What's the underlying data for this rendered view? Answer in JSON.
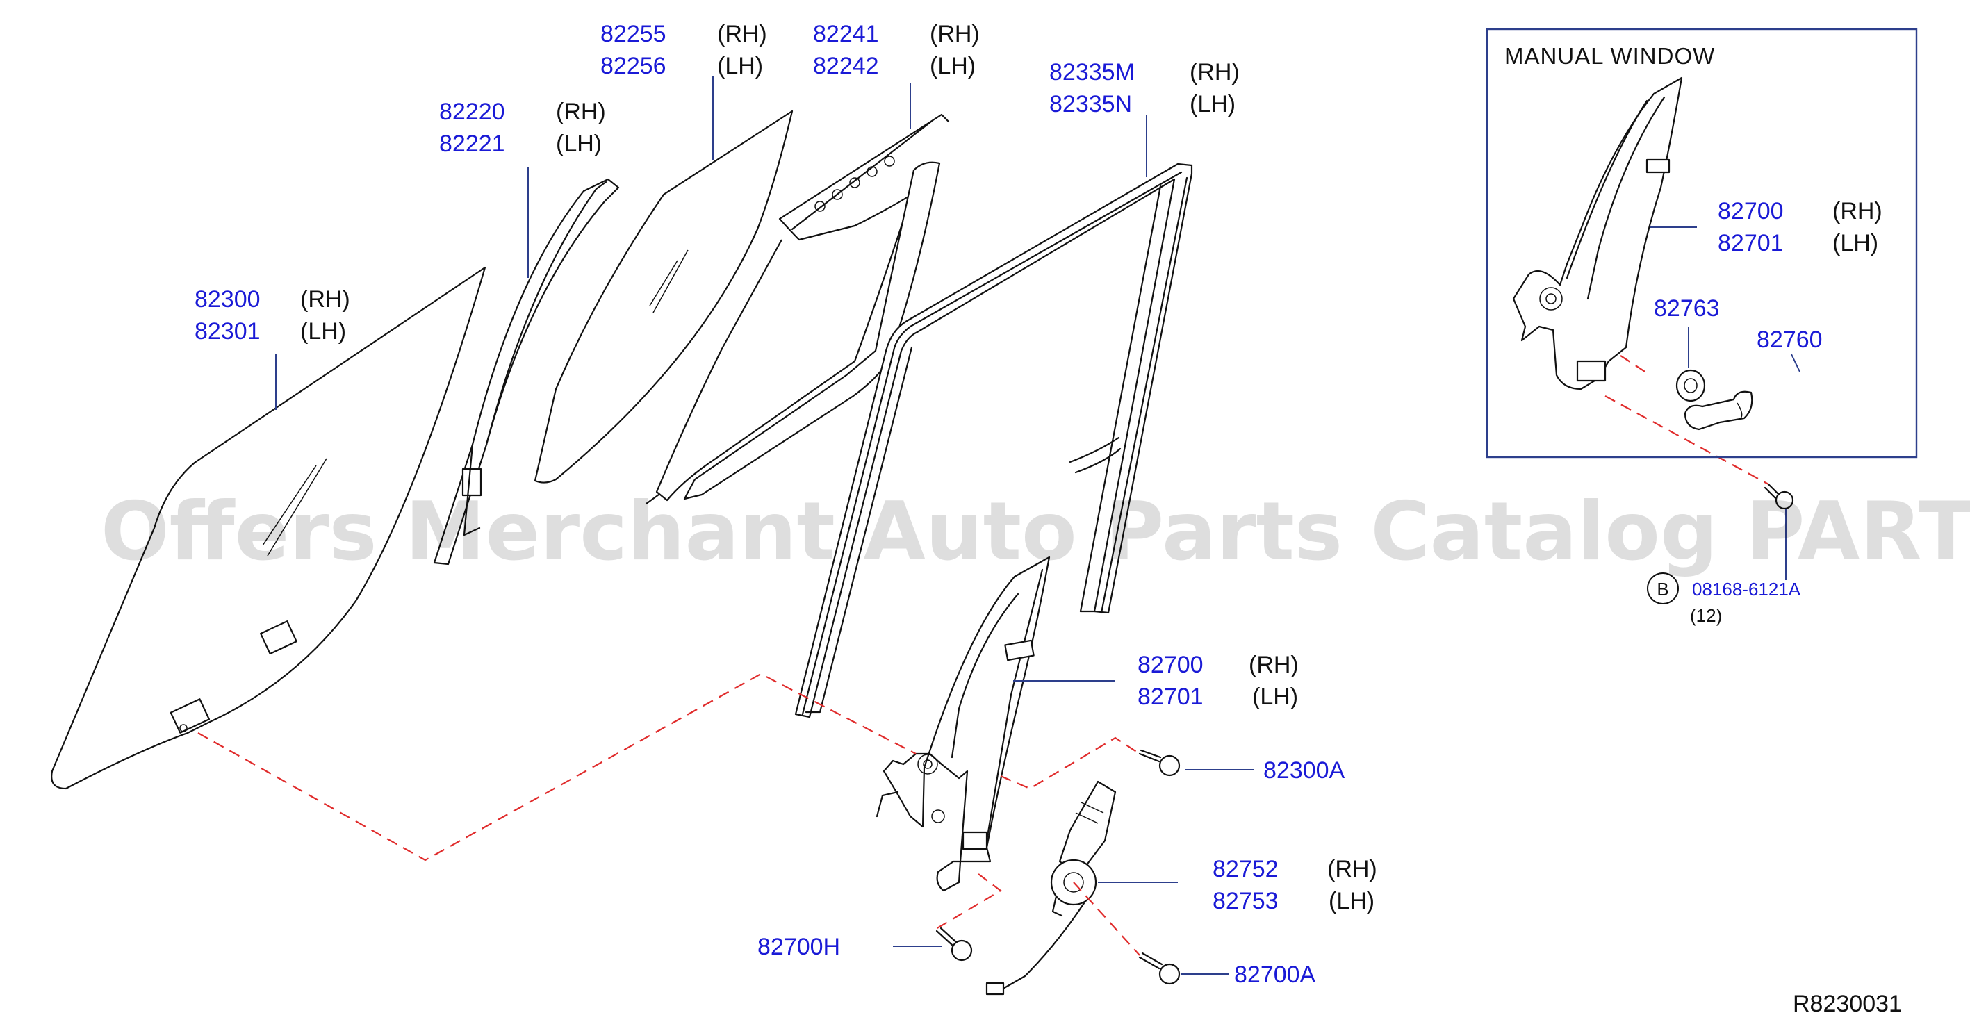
{
  "diagram_id": "R8230031",
  "watermark": "Offers Merchant Auto Parts Catalog PARTSTORE.SA",
  "inset": {
    "title": "MANUAL   WINDOW"
  },
  "callouts": [
    {
      "id": "c82300",
      "part": "82300",
      "part2": "82301",
      "side": "(RH)",
      "side2": "(LH)"
    },
    {
      "id": "c82220",
      "part": "82220",
      "part2": "82221",
      "side": "(RH)",
      "side2": "(LH)"
    },
    {
      "id": "c82255",
      "part": "82255",
      "part2": "82256",
      "side": "(RH)",
      "side2": "(LH)"
    },
    {
      "id": "c82241",
      "part": "82241",
      "part2": "82242",
      "side": "(RH)",
      "side2": "(LH)"
    },
    {
      "id": "c82335",
      "part": "82335M",
      "part2": "82335N",
      "side": "(RH)",
      "side2": "(LH)"
    },
    {
      "id": "c82700main",
      "part": "82700",
      "part2": "82701",
      "side": "(RH)",
      "side2": "(LH)"
    },
    {
      "id": "c82752",
      "part": "82752",
      "part2": "82753",
      "side": "(RH)",
      "side2": "(LH)"
    },
    {
      "id": "c82700inset",
      "part": "82700",
      "part2": "82701",
      "side": "(RH)",
      "side2": "(LH)"
    }
  ],
  "single_labels": {
    "p82300A": "82300A",
    "p82700H": "82700H",
    "p82700A": "82700A",
    "p82763": "82763",
    "p82760": "82760"
  },
  "bolt_ref": {
    "marker": "B",
    "part": "08168-6121A",
    "qty": "(12)"
  }
}
